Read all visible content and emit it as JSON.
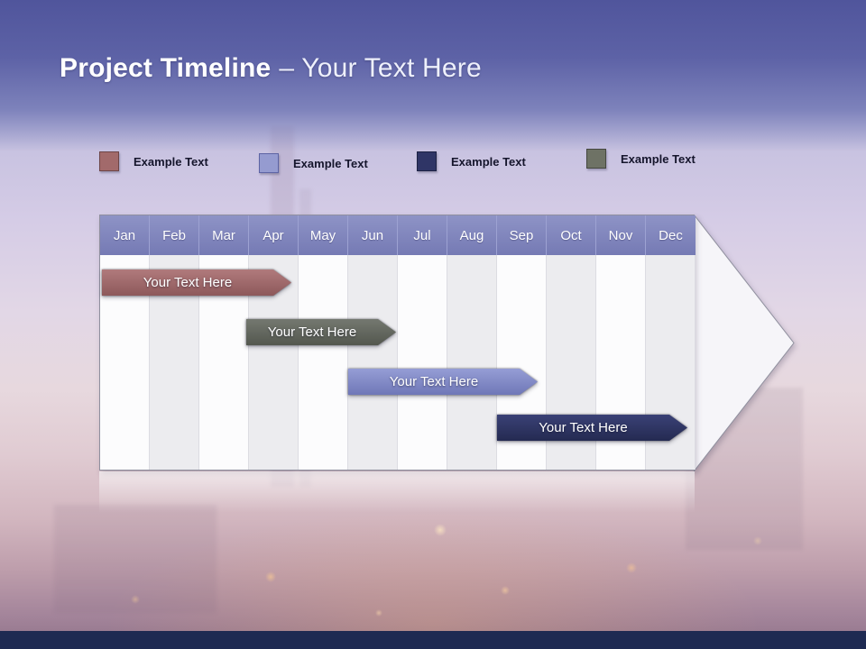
{
  "slide": {
    "title_bold": "Project Timeline",
    "title_rest": "– Your Text Here",
    "colors": {
      "header_band": "#50559c",
      "footer_bar": "#1e2a52",
      "month_header": "#7b80ba"
    }
  },
  "legend": {
    "items": [
      {
        "label": "Example Text",
        "color": "#a26a6b"
      },
      {
        "label": "Example Text",
        "color": "#959bd0"
      },
      {
        "label": "Example Text",
        "color": "#2f3566"
      },
      {
        "label": "Example Text",
        "color": "#6e7265"
      }
    ]
  },
  "timeline": {
    "months": [
      "Jan",
      "Feb",
      "Mar",
      "Apr",
      "May",
      "Jun",
      "Jul",
      "Aug",
      "Sep",
      "Oct",
      "Nov",
      "Dec"
    ],
    "bars": [
      {
        "label": "Your Text Here",
        "color": "#9c686a",
        "start_month": "Jan",
        "end_month": "Apr"
      },
      {
        "label": "Your Text Here",
        "color": "#5e625c",
        "start_month": "Apr",
        "end_month": "Jun"
      },
      {
        "label": "Your Text Here",
        "color": "#8189c5",
        "start_month": "Jun",
        "end_month": "Sep"
      },
      {
        "label": "Your Text Here",
        "color": "#2e3566",
        "start_month": "Sep",
        "end_month": "Dec"
      }
    ]
  }
}
